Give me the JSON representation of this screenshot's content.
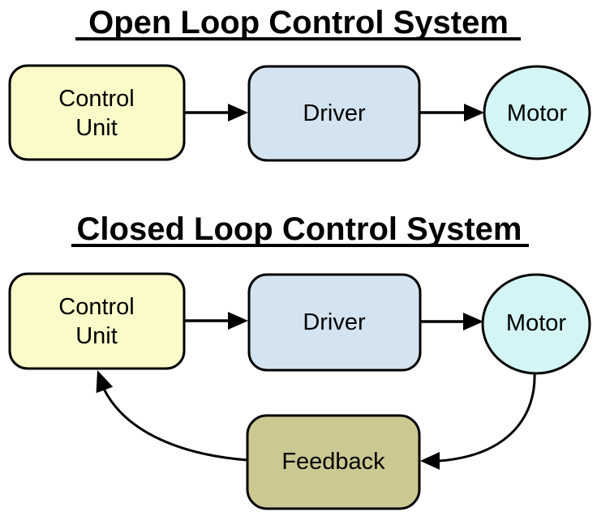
{
  "colors": {
    "control_unit_fill": "#FBFBC9",
    "driver_fill": "#D3E3F0",
    "motor_fill": "#D3F5F5",
    "feedback_fill": "#CBC892",
    "line": "#000000",
    "background": "#FFFFFF"
  },
  "open_loop": {
    "title": "Open Loop Control System",
    "nodes": {
      "control_unit": {
        "line1": "Control",
        "line2": "Unit"
      },
      "driver": {
        "label": "Driver"
      },
      "motor": {
        "label": "Motor"
      }
    }
  },
  "closed_loop": {
    "title": "Closed Loop Control System",
    "nodes": {
      "control_unit": {
        "line1": "Control",
        "line2": "Unit"
      },
      "driver": {
        "label": "Driver"
      },
      "motor": {
        "label": "Motor"
      },
      "feedback": {
        "label": "Feedback"
      }
    }
  }
}
